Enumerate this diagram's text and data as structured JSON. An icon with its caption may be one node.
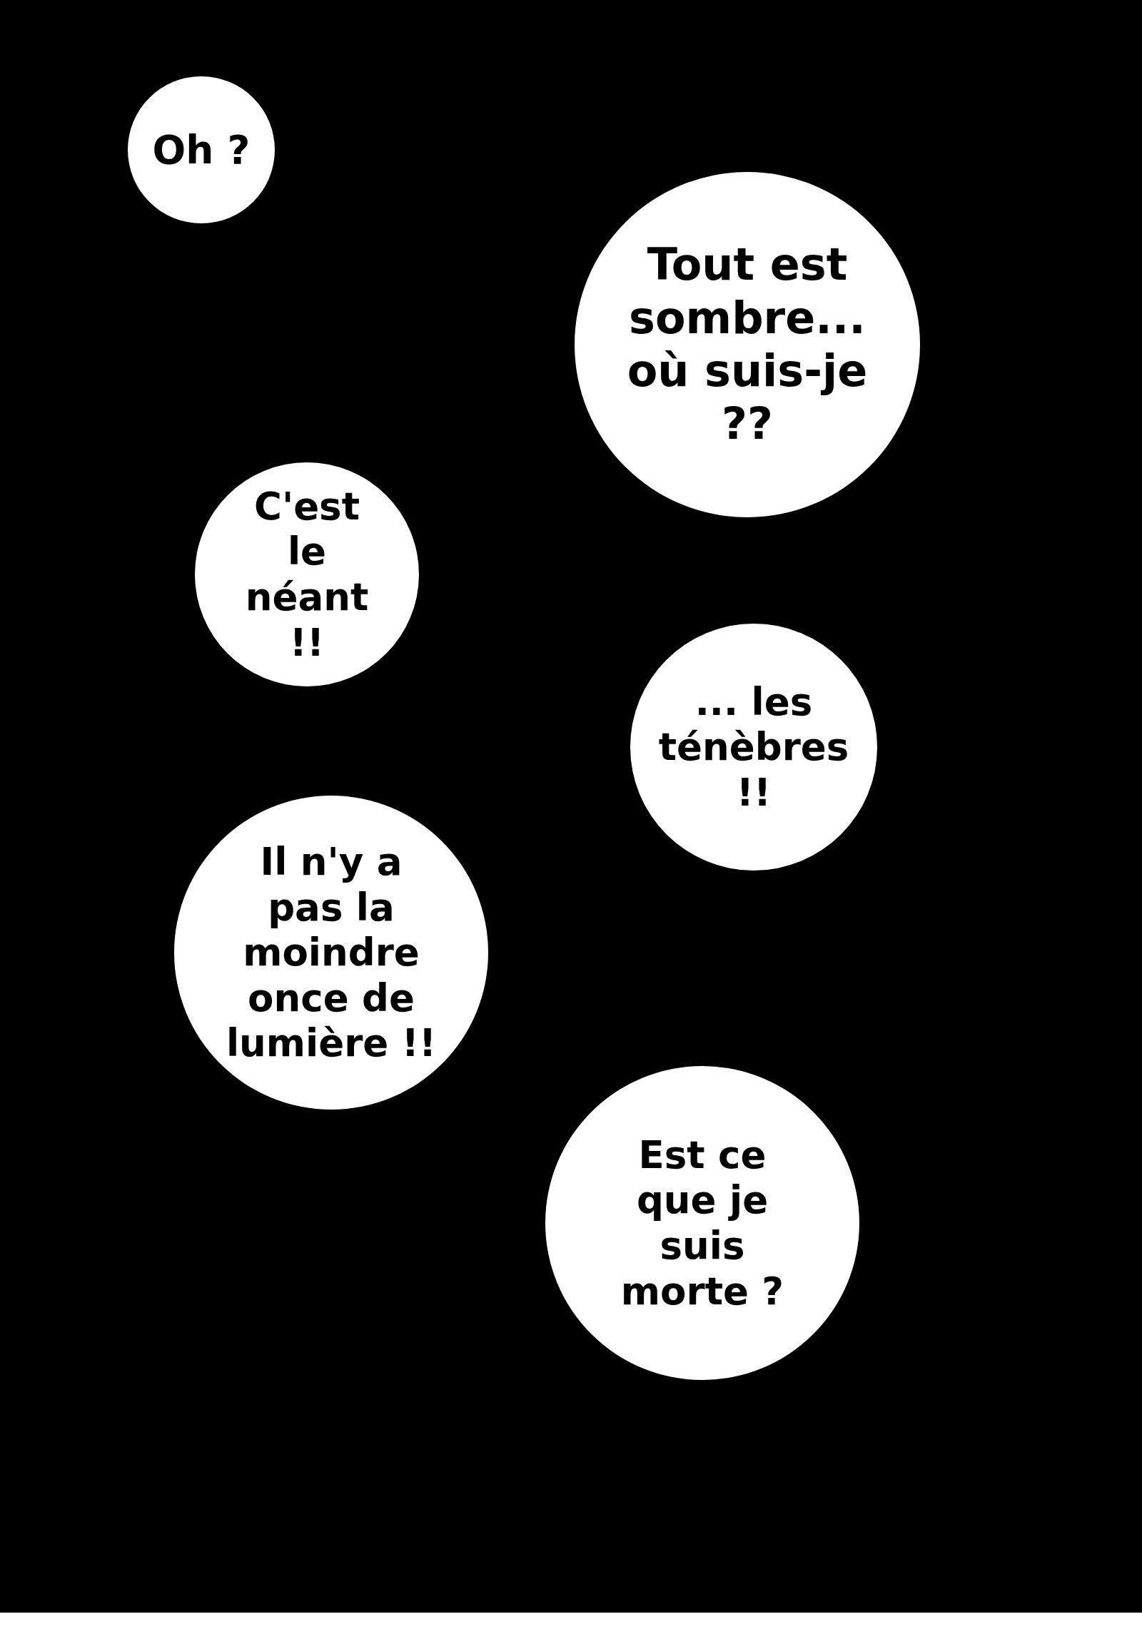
{
  "diagram": {
    "nodes": [
      {
        "text": [
          "Oh ?"
        ]
      },
      {
        "text": [
          "Tout est sombre... où suis-je ??"
        ]
      },
      {
        "text": [
          "C'est le néant !!"
        ]
      },
      {
        "text": [
          "... les ténèbres !!"
        ]
      },
      {
        "text": [
          "Il n'y a pas la moindre once de lumière !!"
        ]
      },
      {
        "text": [
          "Est ce que je suis morte ?"
        ]
      }
    ],
    "edges": []
  }
}
